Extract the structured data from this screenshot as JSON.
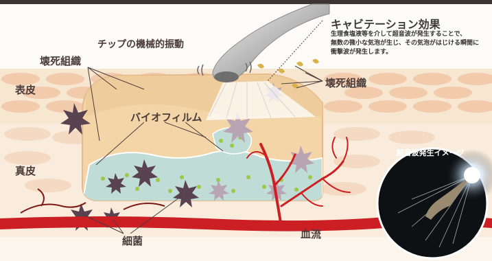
{
  "labels": {
    "cavitation_title": "キャビテーション効果",
    "cavitation_desc": [
      "生理食塩液等を介して超音波が発生することで、",
      "無数の微小な気泡が生じ、その気泡がはじける瞬間に",
      "衝撃波が発生します。"
    ],
    "tip_vibration": "チップの機械的振動",
    "necrotic_tissue_left": "壊死組織",
    "necrotic_tissue_right": "壊死組織",
    "epidermis": "表皮",
    "dermis": "真皮",
    "biofilm": "バイオフィルム",
    "bacteria": "細菌",
    "blood_flow": "血流",
    "inset_title": "超音波発生イメージ"
  },
  "colors": {
    "top_bar": "#3d3534",
    "skin_outer": "#f7e6d0",
    "skin_cells": "#f2c6a6",
    "dermis": "#f9ecdc",
    "wound_fill": "#f3d5a8",
    "biofilm": "#bfdcd6",
    "bacteria_green": "#9cc84a",
    "bacteria_purple": "#5a4350",
    "blood": "#cc1f24",
    "vein_dark": "#7d1a16",
    "inset_bg": "#0d1114"
  }
}
